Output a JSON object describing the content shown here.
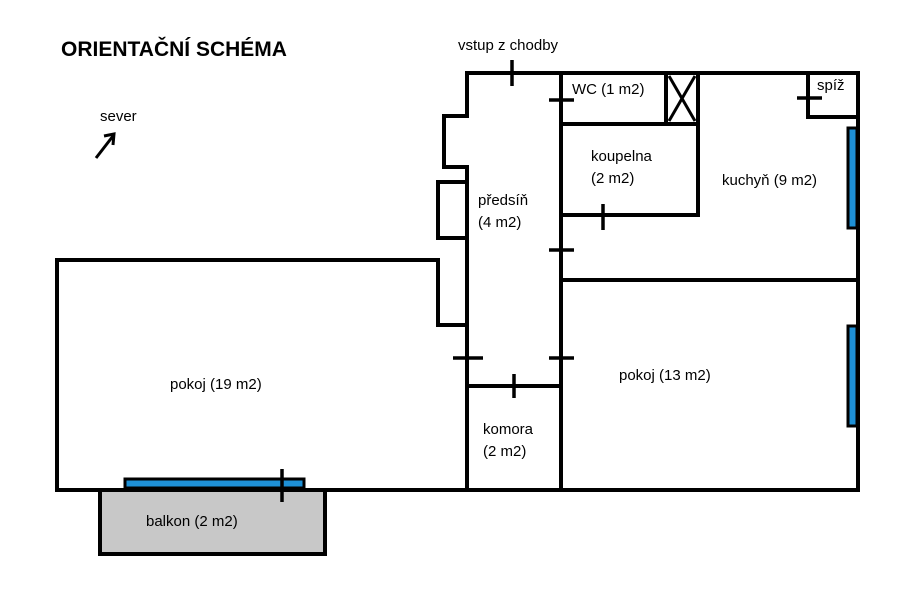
{
  "title": "ORIENTAČNÍ SCHÉMA",
  "compass": {
    "label": "sever",
    "icon": "north-arrow-icon"
  },
  "entrance": {
    "label": "vstup z chodby"
  },
  "rooms": {
    "wc": "WC (1 m2)",
    "spiz": "spíž",
    "koupelna_name": "koupelna",
    "koupelna_area": "(2 m2)",
    "kuchyn": "kuchyň",
    "kuchyn_area": "(9 m2)",
    "predsin_name": "předsíň",
    "predsin_area": "(4 m2)",
    "pokoj_big_name": "pokoj",
    "pokoj_big_area": "(19 m2)",
    "pokoj_small_name": "pokoj",
    "pokoj_small_area": "(13 m2)",
    "komora_name": "komora",
    "komora_area": "(2 m2)",
    "balkon_name": "balkon",
    "balkon_area": "(2 m2)"
  },
  "colors": {
    "wall": "#000000",
    "window": "#1e90d6",
    "balcony_fill": "#c8c8c8",
    "background": "#ffffff"
  }
}
